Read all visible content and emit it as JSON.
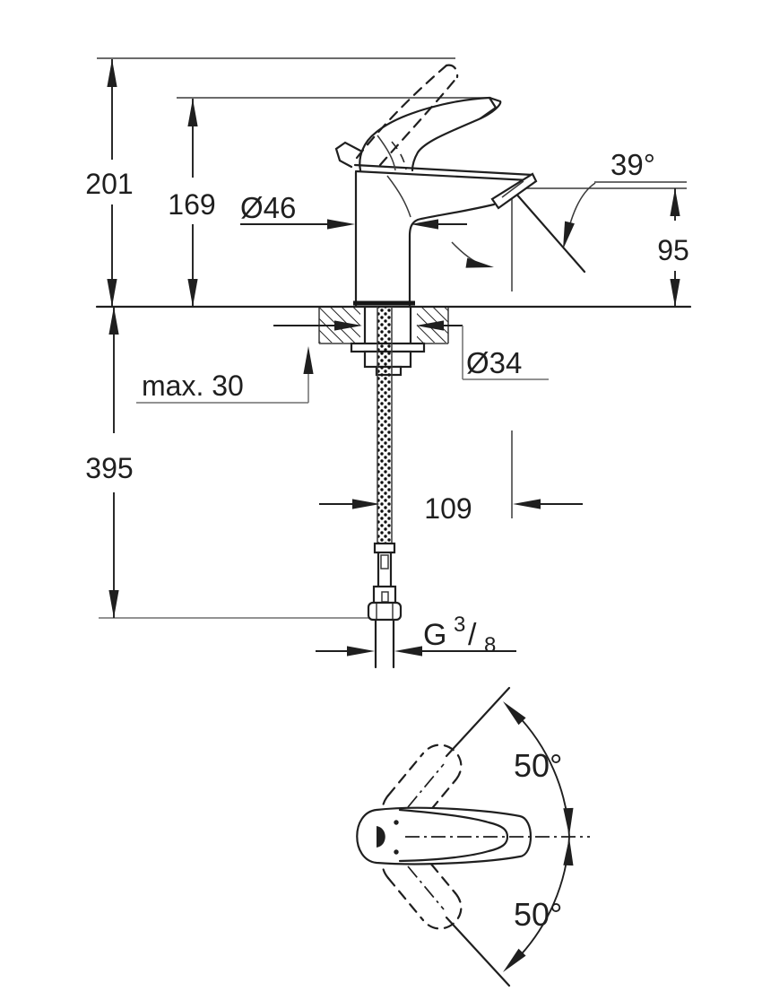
{
  "page": {
    "background": "#ffffff",
    "line_color": "#1f1f1f",
    "type": "technical-dimension-drawing",
    "subject": "single-lever basin mixer faucet, front elevation and top view"
  },
  "drawing": {
    "views": {
      "front": {
        "labels": {
          "overall_height": "201",
          "lever_height": "169",
          "body_diameter": "Ø46",
          "spout_angle": "39°",
          "spout_outlet_height": "95",
          "deck_thickness": "max. 30",
          "hole_diameter": "Ø34",
          "hose_length": "395",
          "spout_reach": "109",
          "thread_main": "G",
          "thread_sup": "3",
          "thread_slash": "/",
          "thread_sub": "8"
        }
      },
      "top": {
        "labels": {
          "swivel_angle_up": "50°",
          "swivel_angle_down": "50°"
        }
      }
    }
  }
}
